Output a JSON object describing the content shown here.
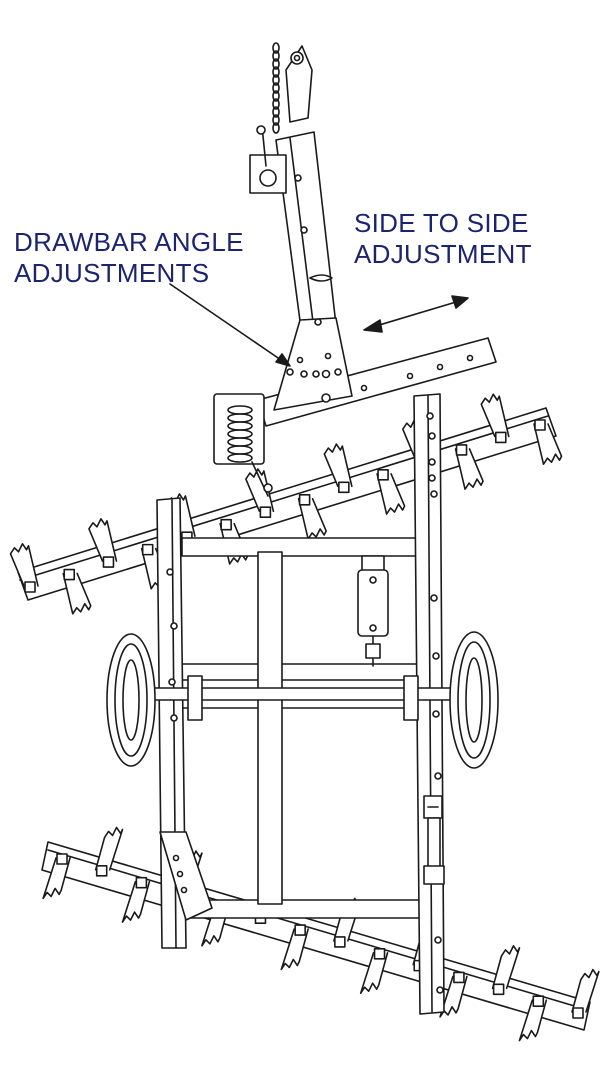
{
  "callouts": {
    "drawbar_angle": {
      "line1": "DRAWBAR ANGLE",
      "line2": "ADJUSTMENTS"
    },
    "side_to_side": {
      "line1": "SIDE TO SIDE",
      "line2": "ADJUSTMENT"
    }
  },
  "colors": {
    "text": "#1c2470",
    "lines": "#1a1a1a",
    "background": "#ffffff"
  },
  "components": [
    "hitch-chain-icon",
    "drawbar-icon",
    "jack-stand-icon",
    "drawbar-plate-icon",
    "spring-assembly-icon",
    "front-disc-gang-icon",
    "main-frame-icon",
    "hydraulic-cylinder-icon",
    "wheel-icon",
    "rear-disc-gang-icon",
    "depth-lever-icon"
  ]
}
